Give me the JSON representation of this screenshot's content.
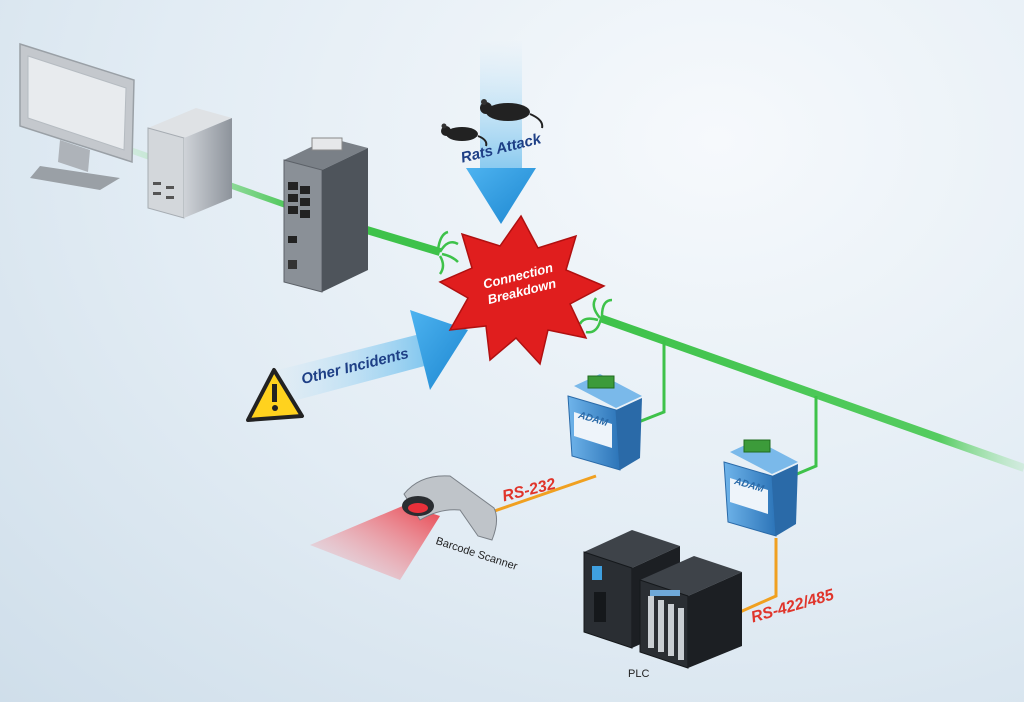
{
  "labels": {
    "rats_attack": "Rats Attack",
    "connection_breakdown_line1": "Connection",
    "connection_breakdown_line2": "Breakdown",
    "other_incidents": "Other Incidents",
    "rs232": "RS-232",
    "rs422_485": "RS-422/485",
    "barcode_scanner": "Barcode Scanner",
    "plc": "PLC",
    "adam_brand": "ADAM"
  },
  "colors": {
    "ethernet": "#3ec24a",
    "serial": "#f0a020",
    "arrow_blue": "#2a9be0",
    "burst_red": "#e01e1e",
    "module_blue": "#3f8fd2"
  },
  "icons": [
    "monitor-icon",
    "pc-tower-icon",
    "ethernet-switch-icon",
    "rat-icon",
    "warning-icon",
    "adam-module-icon",
    "barcode-scanner-icon",
    "plc-rack-icon"
  ]
}
